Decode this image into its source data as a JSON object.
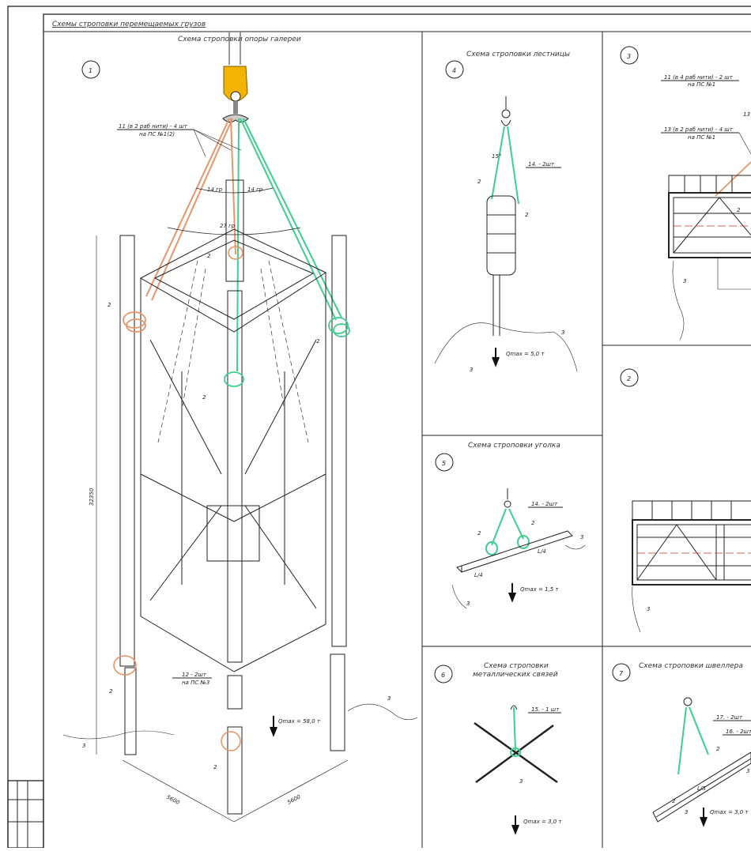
{
  "sheet": {
    "header": "Схемы строповки перемещаемых грузов"
  },
  "panels": {
    "p1": {
      "num": "1",
      "title": "Схема строповки опоры галереи",
      "sling_label_1": "11 (в 2 раб нити) - 4 шт",
      "sling_label_2": "на ПС №1(2)",
      "angle_a": "14 гр",
      "angle_b": "14 гр",
      "angle_c": "27 гр",
      "height": "32350",
      "tie_label_1": "12 - 2шт",
      "tie_label_2": "на ПС №3",
      "qmax": "Qmax = 58,0 т",
      "dim_a": "5600",
      "dim_b": "5600",
      "mark_2": "2",
      "mark_3": "3"
    },
    "p4": {
      "num": "4",
      "title": "Схема строповки лестницы",
      "angle": "15°",
      "sling": "14. - 2шт",
      "qmax": "Qmax = 5,0 т"
    },
    "p3": {
      "num": "3",
      "label_1a": "11 (в 4 раб нити) - 2 шт",
      "label_1b": "на ПС №1",
      "label_2a": "13 (в 2 раб нити) - 4 шт",
      "label_2b": "на ПС №1",
      "label_3": "13"
    },
    "p2": {
      "num": "2"
    },
    "p5": {
      "num": "5",
      "title": "Схема строповки уголка",
      "sling": "14. - 2шт",
      "qmax": "Qmax = 1,5 т",
      "frac": "L/4"
    },
    "p6": {
      "num": "6",
      "title_1": "Схема строповки",
      "title_2": "металлических связей",
      "sling": "15. - 1 шт",
      "qmax": "Qmax = 3,0 т"
    },
    "p7": {
      "num": "7",
      "title": "Схема строповки швеллера",
      "sling_1": "17. - 2шт",
      "sling_2": "16. - 2шт",
      "qmax": "Qmax = 3,0 т",
      "frac": "L/3"
    }
  },
  "colors": {
    "orange_sling": "#e8946a",
    "green_sling": "#3ccf8e",
    "hook_yellow": "#f2b400",
    "line": "#222222"
  }
}
